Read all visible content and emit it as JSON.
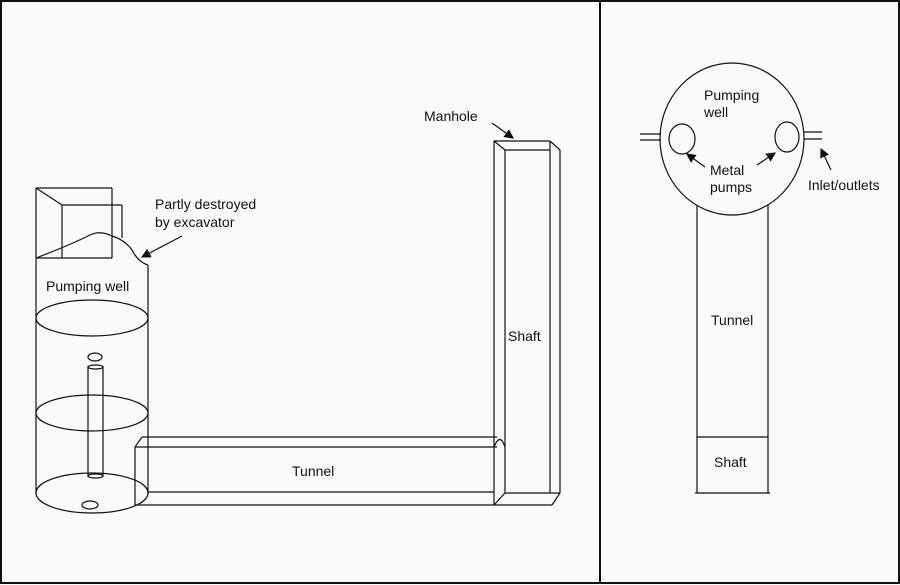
{
  "side_view": {
    "labels": {
      "manhole": "Manhole",
      "partly_destroyed_line1": "Partly destroyed",
      "partly_destroyed_line2": "by excavator",
      "pumping_well": "Pumping well",
      "tunnel": "Tunnel",
      "shaft": "Shaft"
    }
  },
  "plan_view": {
    "labels": {
      "pumping_well_line1": "Pumping",
      "pumping_well_line2": "well",
      "metal_pumps_line1": "Metal",
      "metal_pumps_line2": "pumps",
      "inlet_outlets": "Inlet/outlets",
      "tunnel": "Tunnel",
      "shaft": "Shaft"
    }
  }
}
